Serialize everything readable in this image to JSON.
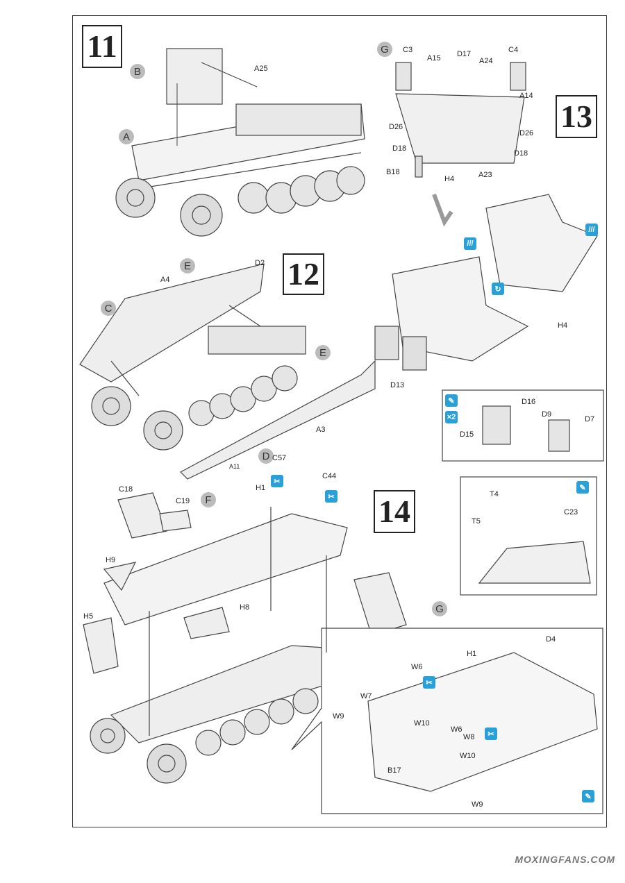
{
  "steps": {
    "s11": "11",
    "s12": "12",
    "s13": "13",
    "s14": "14"
  },
  "subassembly": {
    "b": "B",
    "a": "A",
    "e1": "E",
    "c": "C",
    "e2": "E",
    "d": "D",
    "f": "F",
    "g13": "G",
    "g14": "G"
  },
  "labels13": [
    "C3",
    "C4",
    "A15",
    "D17",
    "A24",
    "A14",
    "D26",
    "D26",
    "D18",
    "D18",
    "B18",
    "H4",
    "A23",
    "H4",
    "D13",
    "D16",
    "D15",
    "D9",
    "D7"
  ],
  "labels11": [
    "A25"
  ],
  "labels12": [
    "A4",
    "D2",
    "A3",
    "A11",
    "C57",
    "C44"
  ],
  "labels14": [
    "C18",
    "C19",
    "H1",
    "H9",
    "H8",
    "H5",
    "T4",
    "T5",
    "C23",
    "D4",
    "H1",
    "W6",
    "W7",
    "W9",
    "W10",
    "W6",
    "W8",
    "W10",
    "B17",
    "W9"
  ],
  "icons": {
    "glue": "✎",
    "x2": "×2",
    "remove": "✂",
    "fig": "↑"
  },
  "watermark": "MOXINGFANS.COM",
  "colors": {
    "icon": "#2aa0d8",
    "sub": "#bbbbbb",
    "line": "#333333"
  }
}
